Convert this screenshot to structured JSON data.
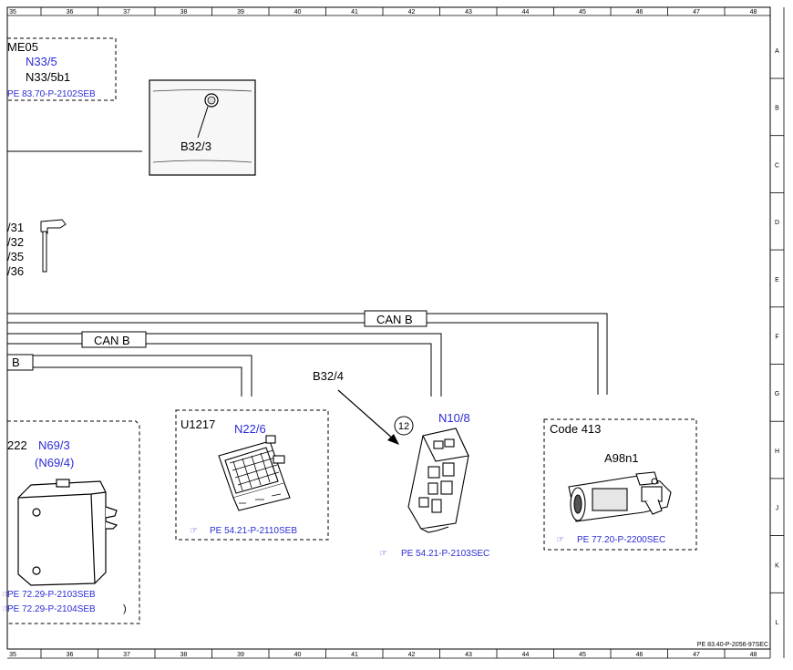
{
  "diagram": {
    "col_numbers": [
      "35",
      "36",
      "37",
      "38",
      "39",
      "40",
      "41",
      "42",
      "43",
      "44",
      "45",
      "46",
      "47",
      "48"
    ],
    "row_letters": [
      "A",
      "B",
      "C",
      "D",
      "E",
      "F",
      "G",
      "H",
      "J",
      "K",
      "L"
    ],
    "topleft_block": {
      "title": "ME05",
      "item1": "N33/5",
      "item2": "N33/5b1",
      "ref": "PE 83.70-P-2102SEB"
    },
    "sensor_b32_3": {
      "label": "B32/3"
    },
    "switch_labels": [
      "/31",
      "/32",
      "/35",
      "/36"
    ],
    "can_labels": [
      "CAN B",
      "CAN B",
      "B"
    ],
    "b32_4": {
      "label": "B32/4"
    },
    "block_n69": {
      "title": "222",
      "item1": "N69/3",
      "item2": "(N69/4)",
      "ref1": "PE 72.29-P-2103SEB",
      "ref2": "PE 72.29-P-2104SEB",
      "paren": ")"
    },
    "block_u1217": {
      "title": "U1217",
      "item": "N22/6",
      "ref": "PE 54.21-P-2110SEB"
    },
    "module_n10_8": {
      "label": "N10/8",
      "circle_num": "12",
      "ref": "PE 54.21-P-2103SEC"
    },
    "block_code413": {
      "title": "Code 413",
      "item": "A98n1",
      "ref": "PE 77.20-P-2200SEC"
    },
    "doc_id": "PE 83.40-P-2056-97SEC",
    "colors": {
      "link_blue": "#2b2bd6",
      "line": "#000000"
    }
  }
}
